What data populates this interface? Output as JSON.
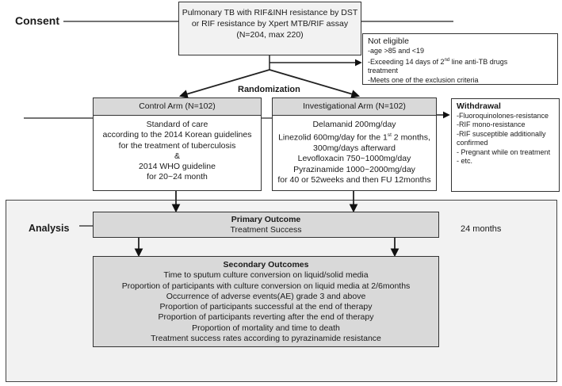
{
  "consent_label": "Consent",
  "randomization_label": "Randomization",
  "analysis_label": "Analysis",
  "duration_label": "24 months",
  "top_box": {
    "lines": [
      "Pulmonary TB with RIF&INH resistance by DST",
      "or RIF resistance by Xpert MTB/RIF assay",
      "(N=204, max 220)"
    ]
  },
  "not_eligible": {
    "title": "Not eligible",
    "items": [
      "-age >85 and <19",
      "-Exceeding 14 days of 2nd line anti-TB drugs treatment",
      "-Meets one of the exclusion criteria"
    ]
  },
  "control_arm": {
    "title": "Control Arm (N=102)",
    "lines": [
      "Standard of care",
      "according to the 2014 Korean guidelines",
      "for the treatment of tuberculosis",
      "&",
      "2014 WHO guideline",
      "for 20~24 month"
    ]
  },
  "investigational_arm": {
    "title": "Investigational Arm (N=102)",
    "lines": [
      "Delamanid 200mg/day",
      "Linezolid 600mg/day for the 1st 2 months,",
      "300mg/days afterward",
      "Levofloxacin 750~1000mg/day",
      "Pyrazinamide 1000~2000mg/day",
      "for 40 or 52weeks and then FU 12months"
    ]
  },
  "withdrawal": {
    "title": "Withdrawal",
    "items": [
      "-Fluoroquinolones-resistance",
      "-RIF mono-resistance",
      "-RIF susceptible additionally confirmed",
      "- Pregnant while on treatment",
      "- etc."
    ]
  },
  "primary": {
    "title": "Primary Outcome",
    "line": "Treatment Success"
  },
  "secondary": {
    "title": "Secondary Outcomes",
    "lines": [
      "Time to sputum culture conversion on liquid/solid media",
      "Proportion of participants with culture conversion on liquid media at 2/6months",
      "Occurrence of adverse events(AE) grade 3 and above",
      "Proportion of participants successful at the end of therapy",
      "Proportion of participants reverting after the end of therapy",
      "Proportion of mortality and time to death",
      "Treatment success rates according to pyrazinamide resistance"
    ]
  }
}
